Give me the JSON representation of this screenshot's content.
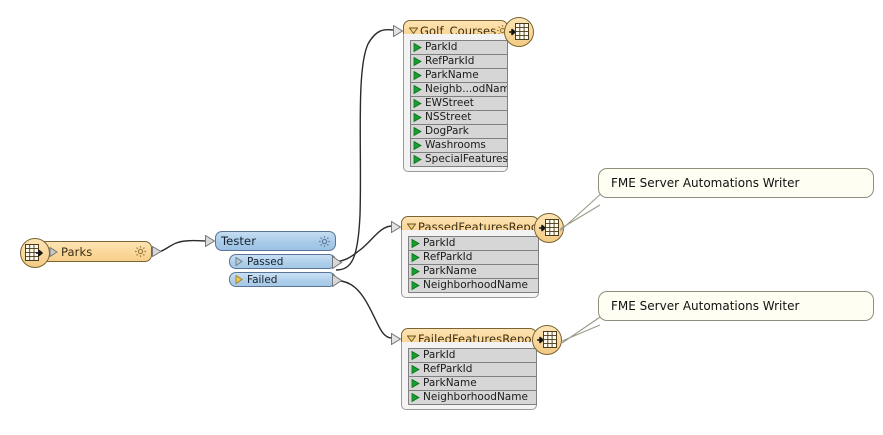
{
  "canvas": {
    "background": "#ffffff",
    "accent_node": "#f8d69a",
    "accent_border": "#7a6432",
    "tester_fill": "#aecfea",
    "tester_border": "#5a7497",
    "attr_fill": "#d6d6d6",
    "attr_border": "#808080",
    "wire_color": "#2b2b2b",
    "port_green": "#16a02c",
    "port_grey": "#c8c8c8",
    "port_yellow": "#f0c040",
    "callout_fill": "#fffef3",
    "callout_border": "#8e8e7a"
  },
  "reader": {
    "name": "parks-reader",
    "label": "Parks",
    "icon": "reader-table-icon",
    "gear_icon": "gear-icon",
    "port_icon": "output-port-triangle-icon"
  },
  "tester": {
    "name": "tester-transformer",
    "label": "Tester",
    "gear_icon": "gear-icon",
    "ports": [
      {
        "label": "Passed",
        "icon": "port-triangle-grey-icon"
      },
      {
        "label": "Failed",
        "icon": "port-triangle-yellow-icon"
      }
    ]
  },
  "feature_types": [
    {
      "id": "golf-courses",
      "label": "Golf_Courses",
      "caret_icon": "caret-down-icon",
      "gear_icon": "gear-icon",
      "writer_icon": "writer-table-icon",
      "attributes": [
        "ParkId",
        "RefParkId",
        "ParkName",
        "Neighb...odName",
        "EWStreet",
        "NSStreet",
        "DogPark",
        "Washrooms",
        "SpecialFeatures"
      ]
    },
    {
      "id": "passed-features-report",
      "label": "PassedFeaturesReport",
      "caret_icon": "caret-down-icon",
      "gear_icon": "gear-icon",
      "writer_icon": "writer-table-icon",
      "attributes": [
        "ParkId",
        "RefParkId",
        "ParkName",
        "NeighborhoodName"
      ]
    },
    {
      "id": "failed-features-report",
      "label": "FailedFeaturesReport",
      "caret_icon": "caret-down-icon",
      "gear_icon": "gear-icon",
      "writer_icon": "writer-table-icon",
      "attributes": [
        "ParkId",
        "RefParkId",
        "ParkName",
        "NeighborhoodName"
      ]
    }
  ],
  "callouts": [
    {
      "id": "callout-passed",
      "text": "FME Server Automations Writer"
    },
    {
      "id": "callout-failed",
      "text": "FME Server Automations Writer"
    }
  ]
}
